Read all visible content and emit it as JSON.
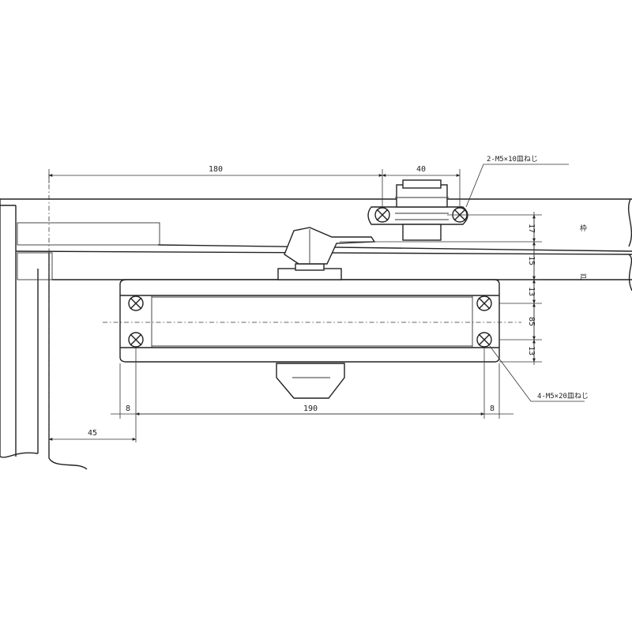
{
  "dimensions": {
    "d180": "180",
    "d40": "40",
    "d190": "190",
    "d8_left": "8",
    "d8_right": "8",
    "d45": "45",
    "d17": "17",
    "d15": "15",
    "d13_top": "13",
    "d85": "85",
    "d13_bottom": "13"
  },
  "labels": {
    "screw_top": "2-M5×10皿ねじ",
    "screw_body": "4-M5×20皿ねじ",
    "frame": "枠",
    "door": "戸"
  }
}
